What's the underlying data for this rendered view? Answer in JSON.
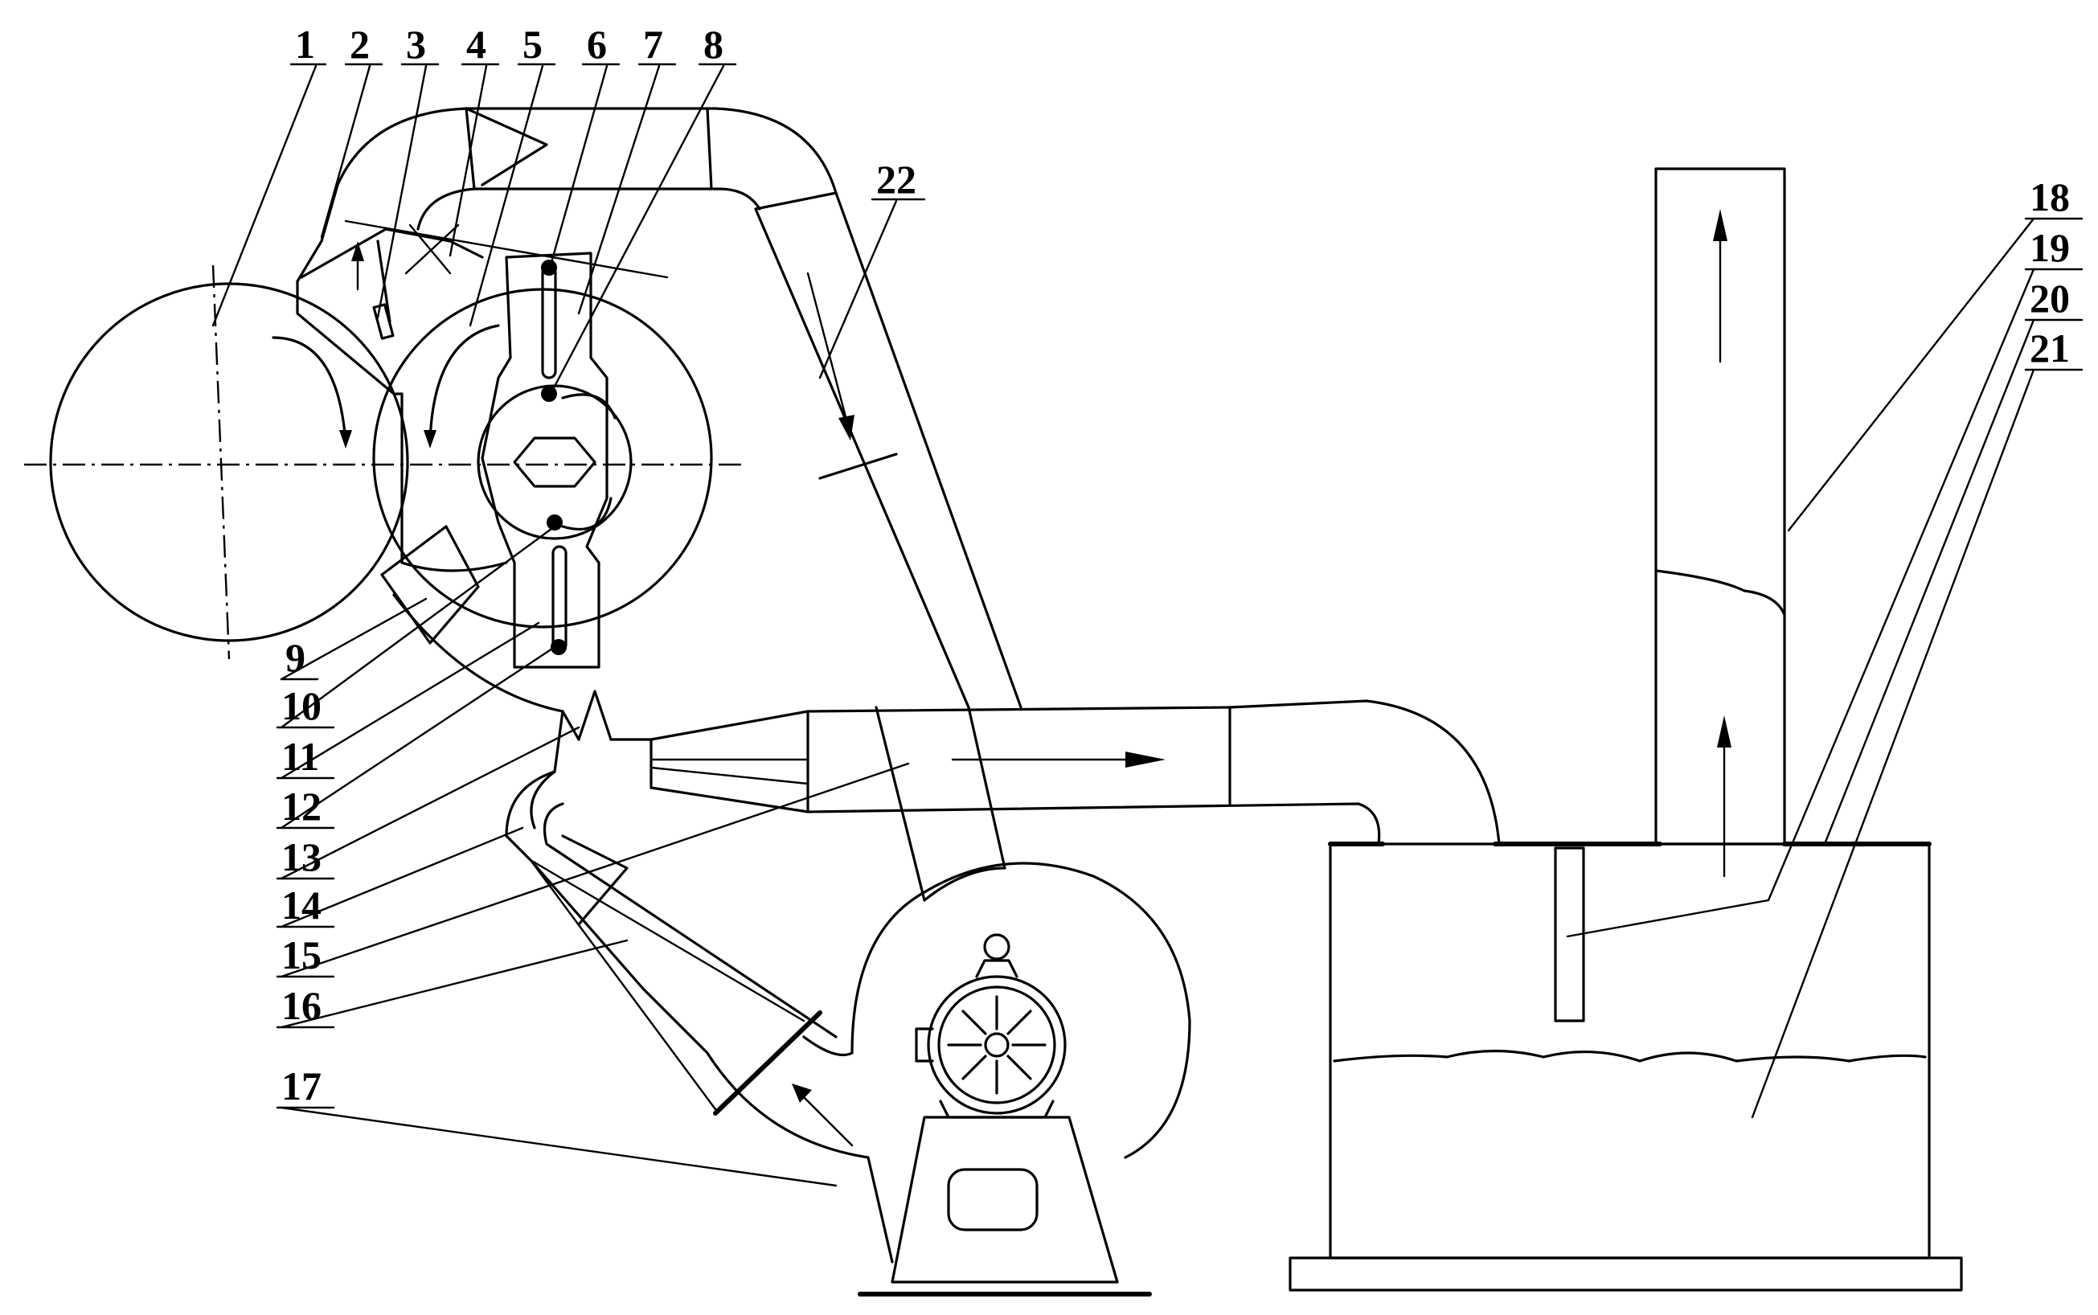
{
  "labels": [
    "1",
    "2",
    "3",
    "4",
    "5",
    "6",
    "7",
    "8",
    "9",
    "10",
    "11",
    "12",
    "13",
    "14",
    "15",
    "16",
    "17",
    "18",
    "19",
    "20",
    "21",
    "22"
  ]
}
